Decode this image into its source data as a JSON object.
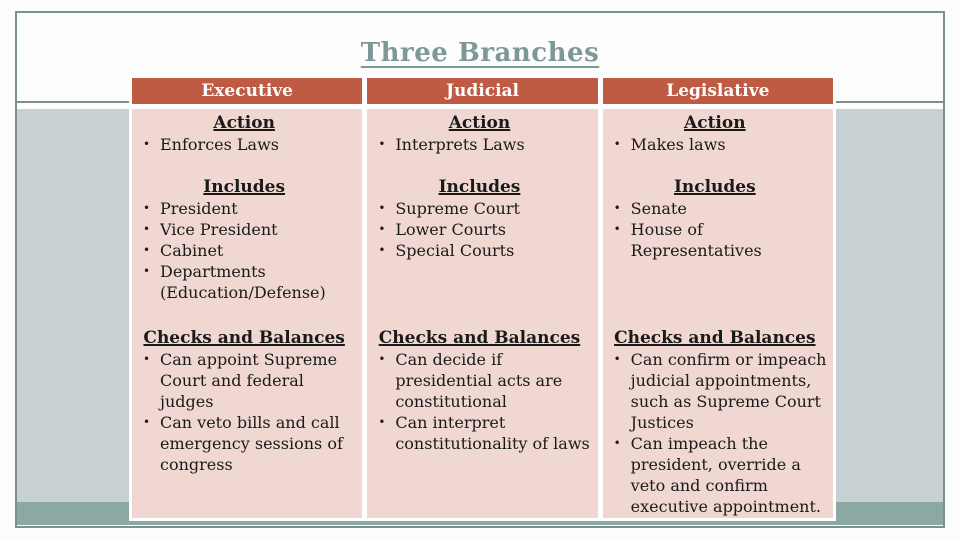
{
  "slide": {
    "title": "Three Branches",
    "table": {
      "columns": [
        {
          "header": "Executive",
          "action": {
            "heading": "Action",
            "items": [
              "Enforces Laws"
            ]
          },
          "includes": {
            "heading": "Includes",
            "items": [
              "President",
              "Vice President",
              "Cabinet",
              "Departments (Education/Defense)"
            ]
          },
          "checks": {
            "heading": "Checks and Balances",
            "items": [
              "Can appoint Supreme Court and federal judges",
              "Can veto bills and call emergency sessions of congress"
            ]
          }
        },
        {
          "header": "Judicial",
          "action": {
            "heading": "Action",
            "items": [
              "Interprets Laws"
            ]
          },
          "includes": {
            "heading": "Includes",
            "items": [
              "Supreme Court",
              "Lower Courts",
              "Special Courts"
            ]
          },
          "checks": {
            "heading": "Checks and Balances",
            "items": [
              "Can decide if presidential acts are constitutional",
              "Can interpret constitutionality of laws"
            ]
          }
        },
        {
          "header": "Legislative",
          "action": {
            "heading": "Action",
            "items": [
              "Makes laws"
            ]
          },
          "includes": {
            "heading": "Includes",
            "items": [
              "Senate",
              "House of Representatives"
            ]
          },
          "checks": {
            "heading": "Checks and Balances",
            "items": [
              "Can confirm or impeach judicial appointments, such as Supreme Court Justices",
              "Can impeach the president, override a veto and confirm executive appointment."
            ]
          }
        }
      ]
    },
    "colors": {
      "header_bg": "#c05b43",
      "header_text": "#ffffff",
      "cell_bg": "#f0d7d1",
      "title_text": "#7e9898",
      "band_light": "#c7d1d4",
      "band_dark": "#8ba8a3",
      "frame_border": "#7d8f8f",
      "body_text": "#1a1a1a"
    }
  }
}
